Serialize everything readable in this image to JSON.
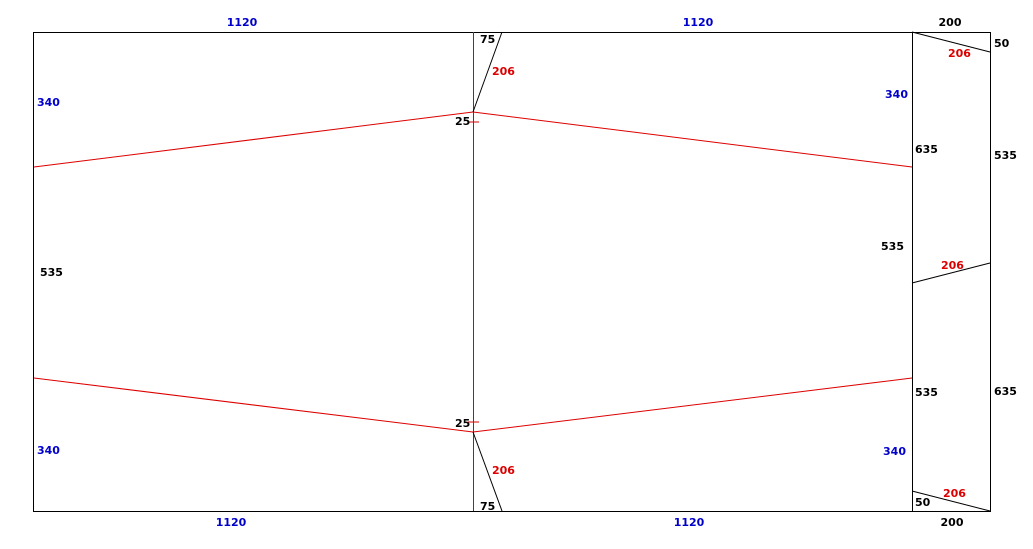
{
  "labels": {
    "top_left_width": "1120",
    "top_right_width": "1120",
    "top_panel_width": "200",
    "bottom_left_width": "1120",
    "bottom_right_width": "1120",
    "bottom_panel_width": "200",
    "left_upper_height": "340",
    "left_middle_height": "535",
    "left_lower_height": "340",
    "right_upper_height": "340",
    "right_lower_height": "340",
    "center_top_offset": "75",
    "center_bottom_offset": "75",
    "center_upper_tick": "25",
    "center_lower_tick": "25",
    "center_upper_diag": "206",
    "center_lower_diag": "206",
    "edge_upper": "635",
    "edge_middle": "535",
    "edge_lower": "535",
    "panel_top_offset": "50",
    "panel_bottom_offset": "50",
    "panel_upper_diag": "206",
    "panel_middle_diag": "206",
    "panel_lower_diag": "206",
    "panel_upper_height": "535",
    "panel_lower_height": "635"
  },
  "colors": {
    "dimension_blue": "#0000cc",
    "cut_red": "#dd0000",
    "outline_black": "#000000"
  }
}
